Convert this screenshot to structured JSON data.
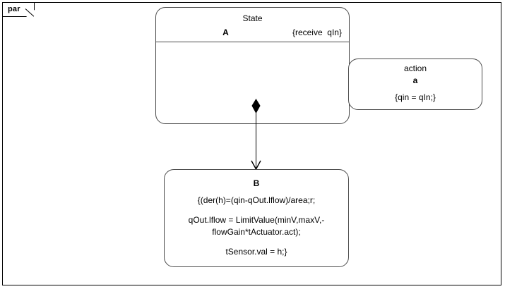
{
  "frame": {
    "tab_label": "par"
  },
  "state_a": {
    "stereotype": "State",
    "name": "A",
    "constraint": "{receive  qIn}"
  },
  "action_state": {
    "stereotype": "action",
    "name": "a",
    "body": "{qin = qIn;}"
  },
  "state_b": {
    "name": "B",
    "lines": [
      "{(der(h)=(qin-qOut.lflow)/area;r;",
      "qOut.lflow = LimitValue(minV,maxV,-\nflowGain*tActuator.act);",
      "tSensor.val = h;}"
    ],
    "line_1": "{(der(h)=(qin-qOut.lflow)/area;r;",
    "line_2a": "qOut.lflow = LimitValue(minV,maxV,-",
    "line_2b": "flowGain*tActuator.act);",
    "line_3": "tSensor.val = h;}"
  },
  "connector": {
    "source_end": "filled-diamond",
    "target_end": "open-arrow",
    "from": "a",
    "to": "B"
  },
  "colors": {
    "stroke": "#000000",
    "box_stroke": "#4a4a4a",
    "background": "#ffffff",
    "text": "#000000"
  }
}
